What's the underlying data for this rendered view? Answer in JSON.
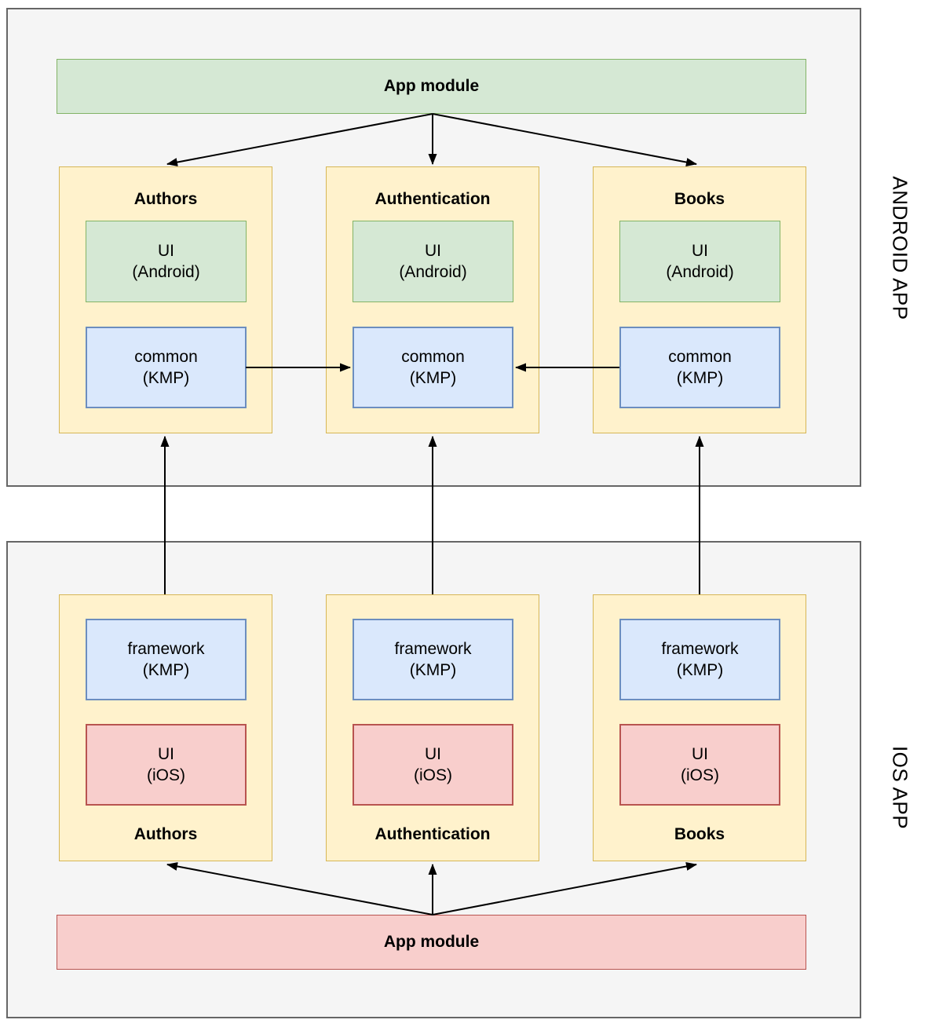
{
  "colors": {
    "page_bg": "#ffffff",
    "section_fill": "#f5f5f5",
    "section_stroke": "#666666",
    "green_fill": "#d5e8d4",
    "green_stroke": "#82b366",
    "yellow_fill": "#fff2cc",
    "yellow_stroke": "#d6b656",
    "blue_fill": "#dae8fc",
    "blue_stroke": "#6c8ebf",
    "red_fill": "#f8cecc",
    "red_stroke": "#b85450",
    "arrow": "#000000"
  },
  "android": {
    "side_label": "ANDROID APP",
    "app_module": "App module",
    "modules": [
      {
        "title": "Authors",
        "ui": "UI\n(Android)",
        "common": "common\n(KMP)"
      },
      {
        "title": "Authentication",
        "ui": "UI\n(Android)",
        "common": "common\n(KMP)"
      },
      {
        "title": "Books",
        "ui": "UI\n(Android)",
        "common": "common\n(KMP)"
      }
    ]
  },
  "ios": {
    "side_label": "IOS APP",
    "app_module": "App module",
    "modules": [
      {
        "title": "Authors",
        "framework": "framework\n(KMP)",
        "ui": "UI\n(iOS)"
      },
      {
        "title": "Authentication",
        "framework": "framework\n(KMP)",
        "ui": "UI\n(iOS)"
      },
      {
        "title": "Books",
        "framework": "framework\n(KMP)",
        "ui": "UI\n(iOS)"
      }
    ]
  },
  "connections": [
    "android App module -> android Authors",
    "android App module -> android Authentication",
    "android App module -> android Books",
    "Authors common (KMP) -> Authentication common (KMP)",
    "Books common (KMP) -> Authentication common (KMP)",
    "ios Authors -> android Authors",
    "ios Authentication -> android Authentication",
    "ios Books -> android Books",
    "ios App module -> ios Authors",
    "ios App module -> ios Authentication",
    "ios App module -> ios Books"
  ]
}
